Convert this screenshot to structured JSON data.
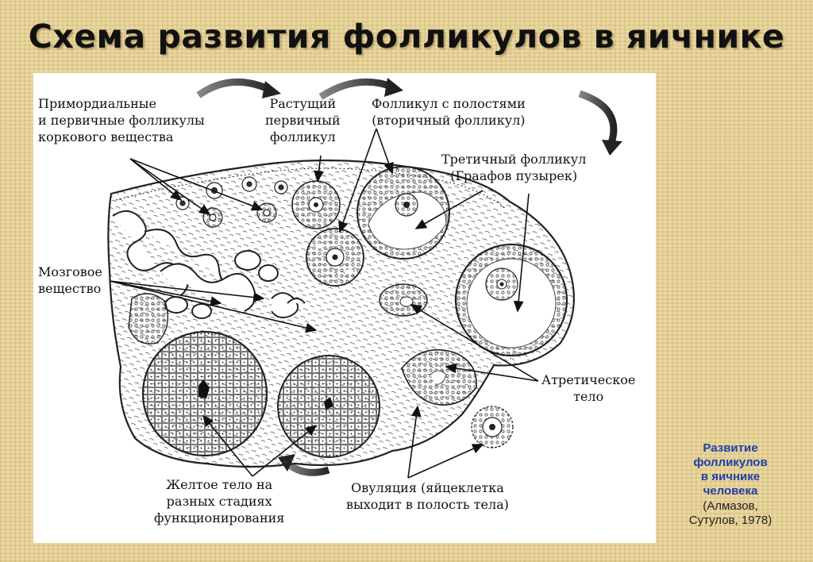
{
  "title": "Схема развития фолликулов в яичнике",
  "labels": {
    "primordial": "Примордиальные\nи первичные фолликулы\nкоркового вещества",
    "growing_primary": "Растущий\nпервичный\nфолликул",
    "cavity_follicle": "Фолликул с полостями\n(вторичный фолликул)",
    "tertiary": "Третичный фолликул\n(Граафов пузырек)",
    "medulla": "Мозговое\nвещество",
    "atretic": "Атретическое\nтело",
    "corpus_luteum": "Желтое тело на\nразных стадиях\nфункционирования",
    "ovulation": "Овуляция (яйцеклетка\nвыходит в полость тела)"
  },
  "caption": {
    "main": "Развитие\nфолликулов\nв яичнике\nчеловека",
    "source": "(Алмазов,\nСутулов, 1978)"
  },
  "colors": {
    "background": "#e7d39a",
    "caption_accent": "#1f3fa8",
    "ink": "#111111"
  }
}
